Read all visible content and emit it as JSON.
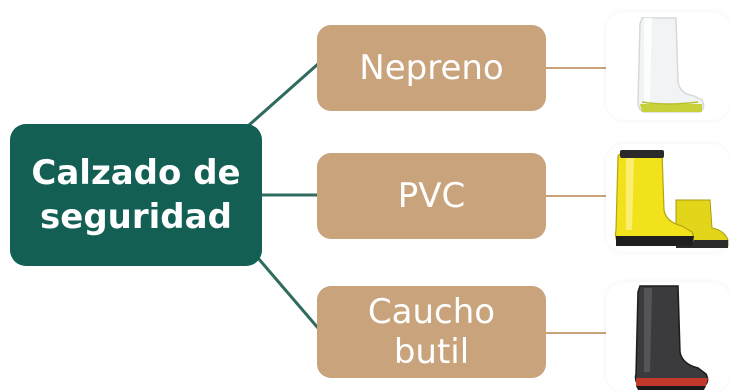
{
  "root": {
    "line1": "Calzado de",
    "line2": "seguridad"
  },
  "branches": [
    {
      "lines": [
        "Nepreno"
      ],
      "image_icon": "white-boot-icon"
    },
    {
      "lines": [
        "PVC"
      ],
      "image_icon": "yellow-boot-icon"
    },
    {
      "lines": [
        "Caucho",
        "butil"
      ],
      "image_icon": "black-boot-icon"
    }
  ],
  "colors": {
    "root_bg": "#135f53",
    "branch_bg": "#c9a37c",
    "line": "#2f6b5e"
  }
}
